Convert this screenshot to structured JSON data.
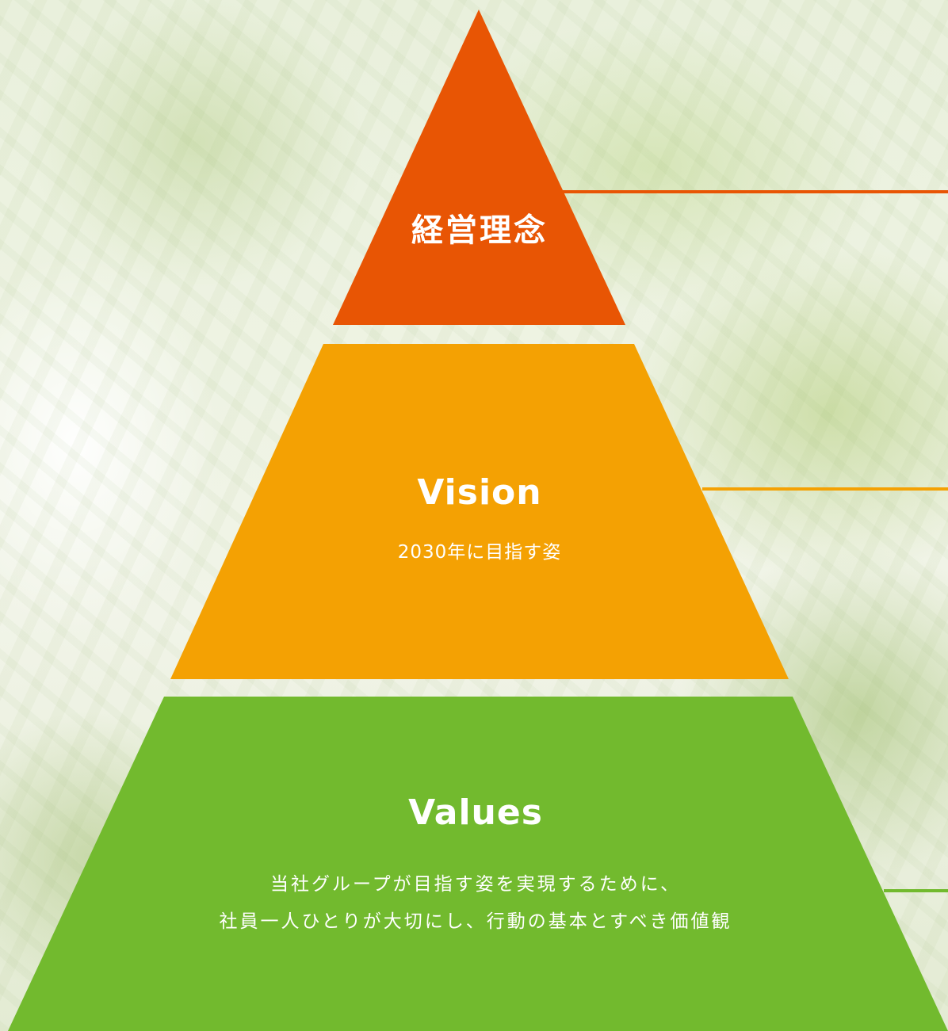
{
  "diagram": {
    "tiers": [
      {
        "key": "philosophy",
        "title": "経営理念",
        "color": "#E85504"
      },
      {
        "key": "vision",
        "title": "Vision",
        "subtitle": "2030年に目指す姿",
        "color": "#F4A103"
      },
      {
        "key": "values",
        "title": "Values",
        "subtitle_lines": [
          "当社グループが目指す姿を実現するために、",
          "社員一人ひとりが大切にし、行動の基本とすべき価値観"
        ],
        "color": "#72BA2E"
      }
    ]
  }
}
